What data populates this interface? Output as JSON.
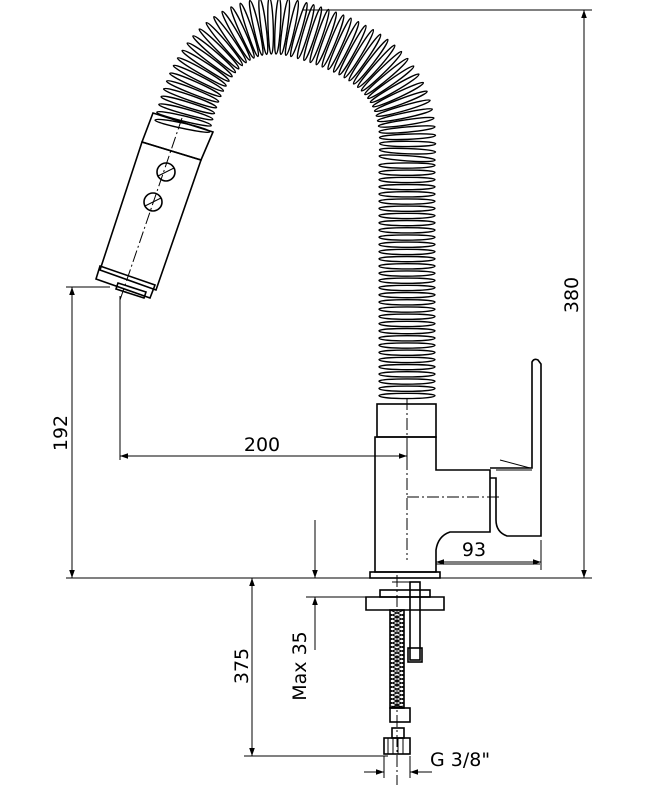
{
  "dimensions": {
    "total_height": "380",
    "spray_height": "192",
    "spout_reach": "200",
    "lever_offset": "93",
    "hose_length": "375",
    "max_thickness": "Max 35",
    "thread": "G 3/8\""
  },
  "colors": {
    "line": "#000000",
    "background": "#ffffff"
  }
}
